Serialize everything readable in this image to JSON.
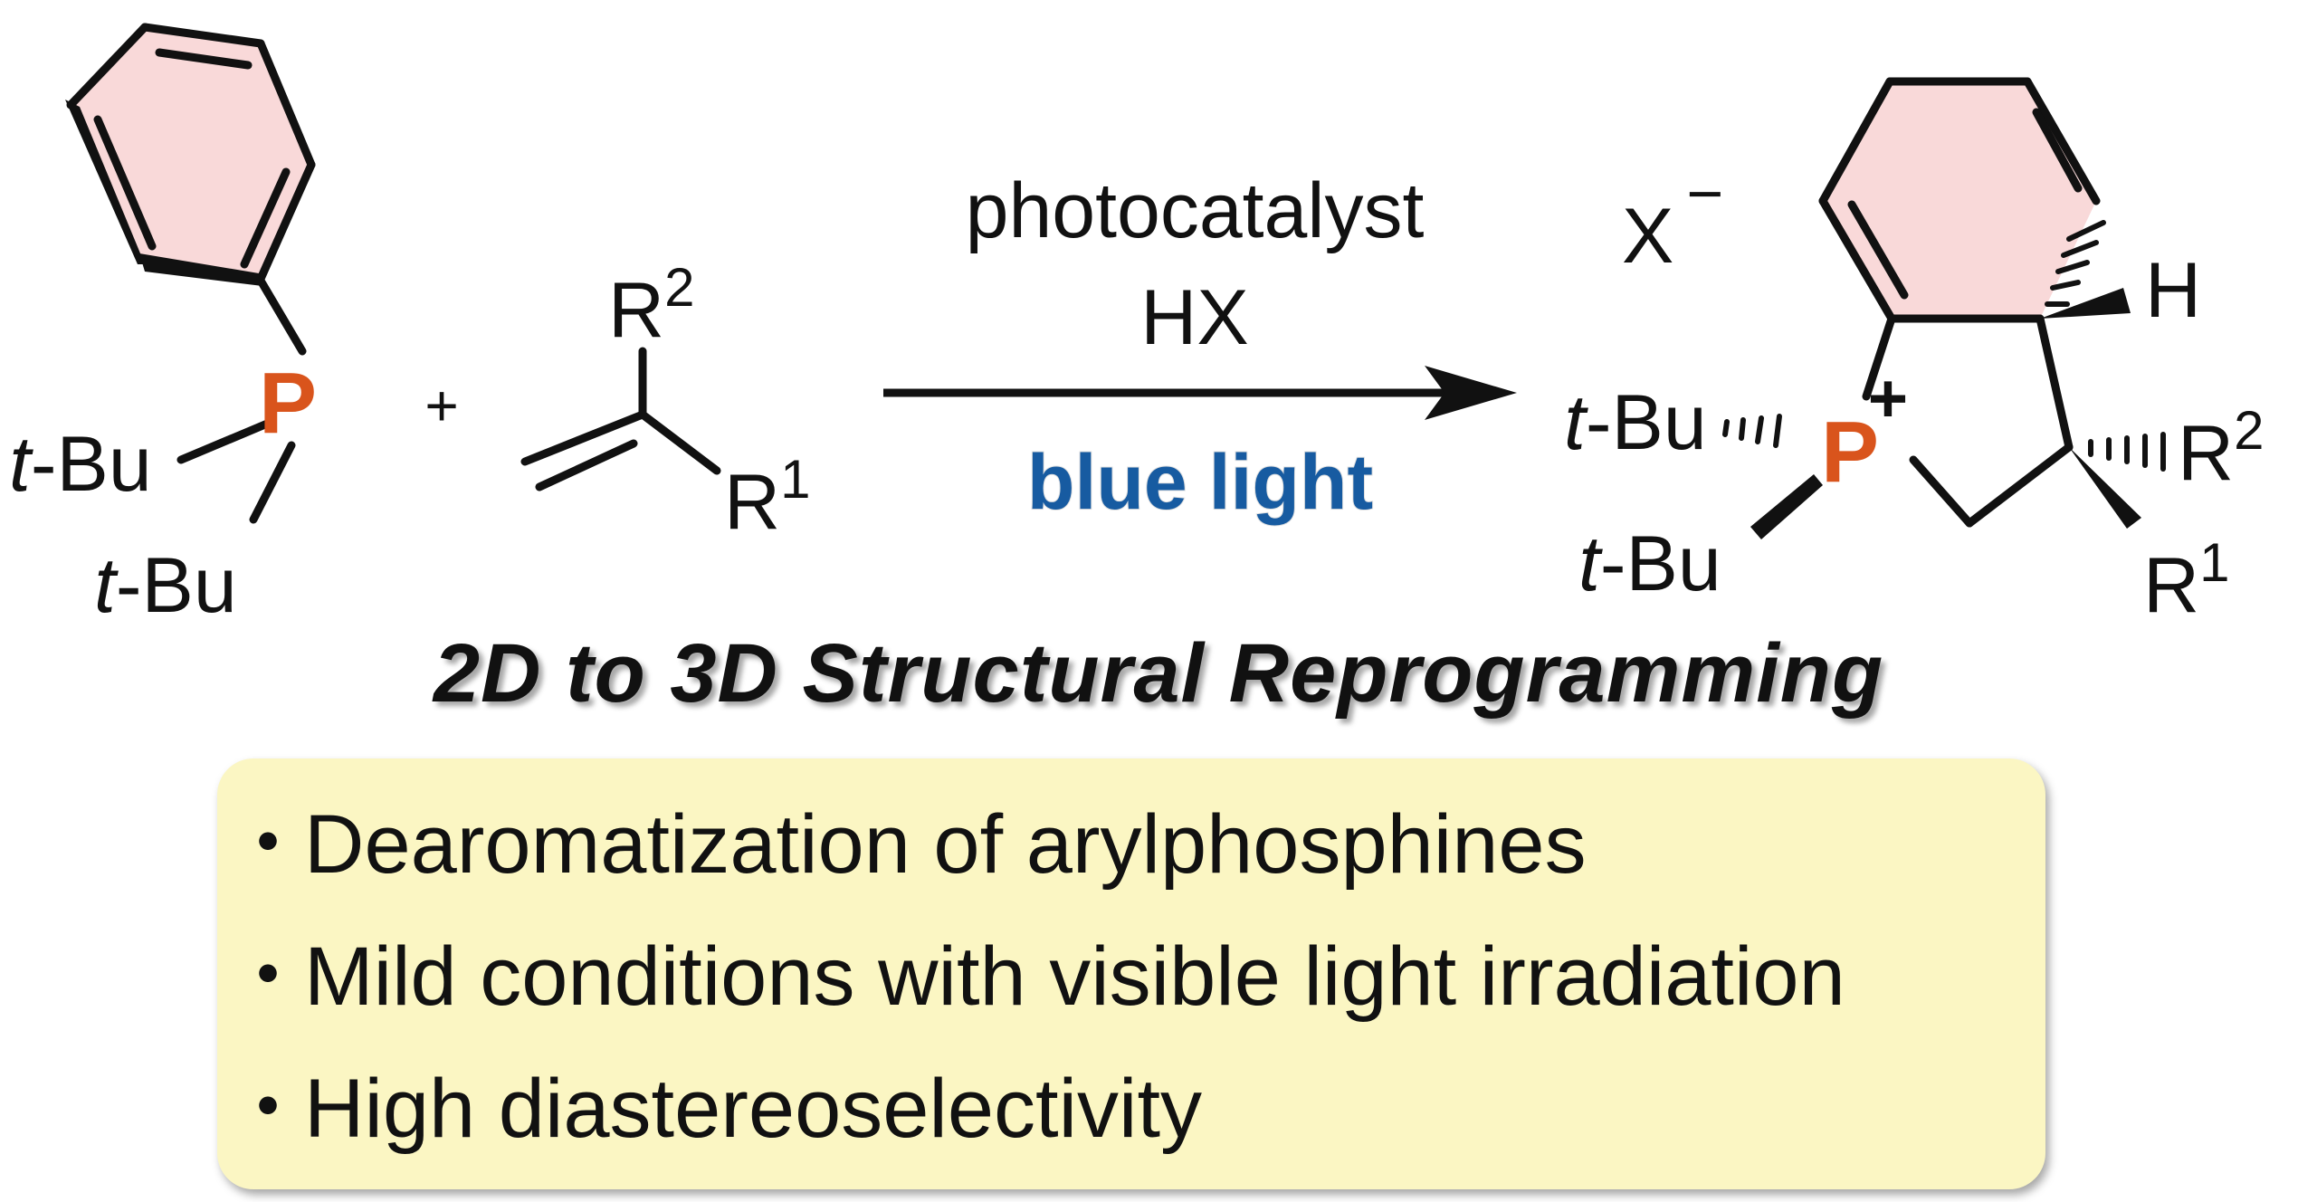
{
  "colors": {
    "phosphorus": "#d9541c",
    "ring_fill": "#f9d9d9",
    "condition_blue": "#175ba1",
    "panel_bg": "#fbf6c3",
    "ink": "#111111"
  },
  "reactant_phosphine": {
    "atom": "P",
    "substituent_top_prefix": "t",
    "substituent_top_suffix": "-Bu",
    "substituent_bottom_prefix": "t",
    "substituent_bottom_suffix": "-Bu"
  },
  "plus_sign": "+",
  "reactant_alkene": {
    "r2_base": "R",
    "r2_sup": "2",
    "r1_base": "R",
    "r1_sup": "1"
  },
  "conditions": {
    "catalyst": "photocatalyst",
    "acid": "HX",
    "light": "blue light"
  },
  "product": {
    "counterion_base": "X",
    "counterion_charge": "−",
    "hydrogen": "H",
    "atom": "P",
    "charge": "+",
    "tbu_top_prefix": "t",
    "tbu_top_suffix": "-Bu",
    "tbu_bottom_prefix": "t",
    "tbu_bottom_suffix": "-Bu",
    "r2_base": "R",
    "r2_sup": "2",
    "r1_base": "R",
    "r1_sup": "1"
  },
  "title": "2D to 3D Structural Reprogramming",
  "bullet_glyph": "・",
  "features": [
    "Dearomatization of arylphosphines",
    "Mild conditions with visible light irradiation",
    "High diastereoselectivity"
  ]
}
